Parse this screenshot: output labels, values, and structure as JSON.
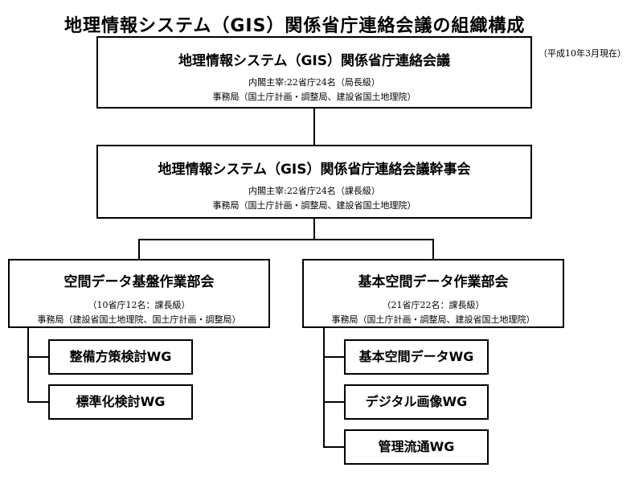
{
  "title": "地理情報システム（GIS）関係省庁連絡会議の組織構成",
  "date_note": "（平成10年3月現在）",
  "council": {
    "name": "地理情報システム（GIS）関係省庁連絡会議",
    "members": "内閣主宰:22省庁24名（局長級）",
    "secretariat": "事務局（国土庁計画・調整局、建設省国土地理院）"
  },
  "executive": {
    "name": "地理情報システム（GIS）関係省庁連絡会議幹事会",
    "members": "内閣主宰:22省庁24名（課長級）",
    "secretariat": "事務局（国土庁計画・調整局、建設省国土地理院）"
  },
  "subcommittees": [
    {
      "name": "空間データ基盤作業部会",
      "members": "（10省庁12名：課長級）",
      "secretariat": "事務局（建設省国土地理院、国土庁計画・調整局）",
      "working_groups": [
        "整備方策検討WG",
        "標準化検討WG"
      ]
    },
    {
      "name": "基本空間データ作業部会",
      "members": "（21省庁22名：課長級）",
      "secretariat": "事務局（国土庁計画・調整局、建設省国土地理院）",
      "working_groups": [
        "基本空間データWG",
        "デジタル画像WG",
        "管理流通WG"
      ]
    }
  ]
}
